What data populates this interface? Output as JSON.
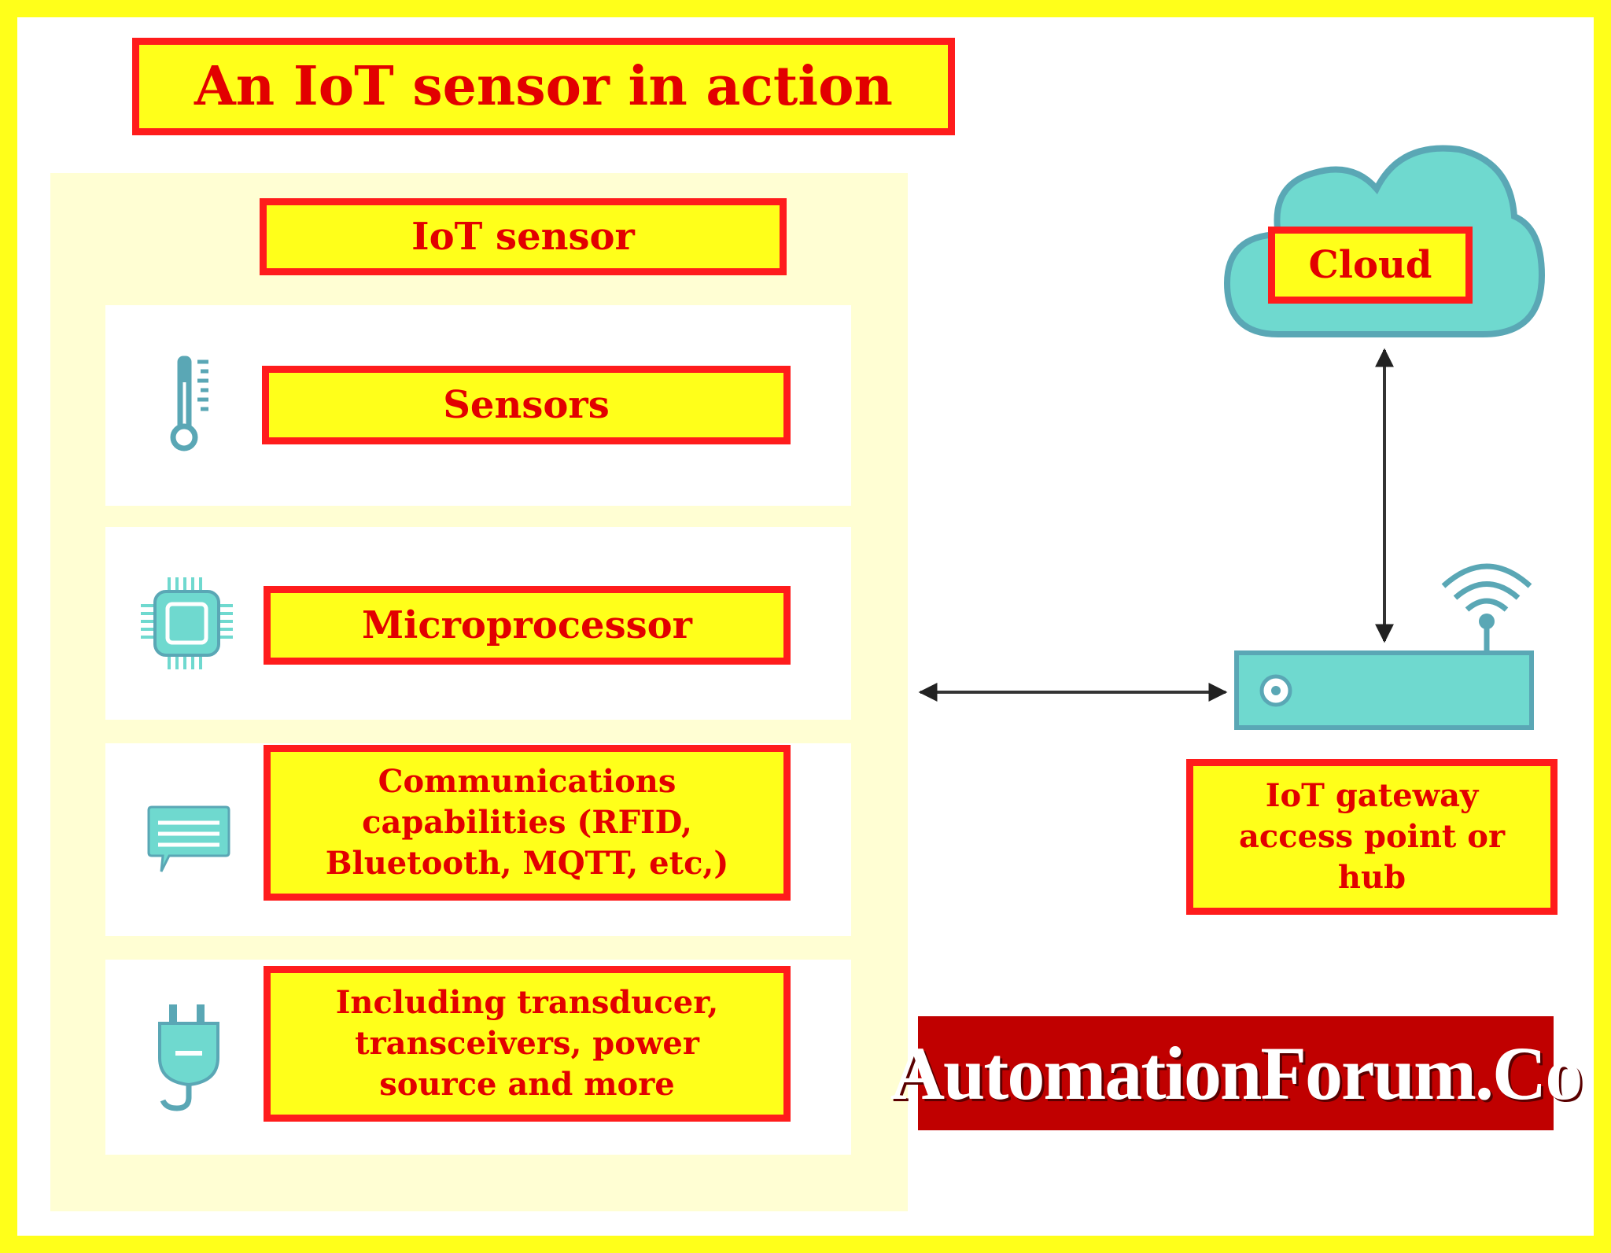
{
  "title": "An IoT sensor in action",
  "sensor_group": {
    "heading": "IoT sensor",
    "components": [
      {
        "label": "Sensors",
        "icon": "thermometer-icon"
      },
      {
        "label": "Microprocessor",
        "icon": "chip-icon"
      },
      {
        "label": "Communications capabilities (RFID, Bluetooth, MQTT, etc,)",
        "icon": "chat-bubble-icon"
      },
      {
        "label": "Including transducer, transceivers, power source and more",
        "icon": "plug-icon"
      }
    ]
  },
  "cloud": {
    "label": "Cloud",
    "icon": "cloud-icon"
  },
  "gateway": {
    "label": "IoT gateway access point or hub",
    "icon": "router-icon"
  },
  "watermark": "AutomationForum.Co",
  "colors": {
    "frame": "#ffff1a",
    "label_fill": "#ffff1a",
    "label_border": "#ff1c1c",
    "label_text": "#e20000",
    "icon_teal": "#6fd9cf",
    "icon_stroke": "#5aa7b5",
    "panel": "#fffed3",
    "logo_bg": "#c00000"
  }
}
